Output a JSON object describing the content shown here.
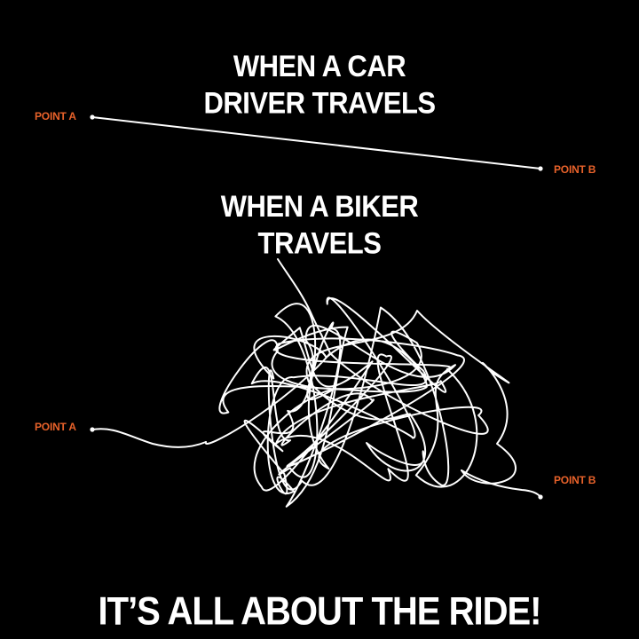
{
  "car": {
    "title_line1": "WHEN A CAR",
    "title_line2": "DRIVER TRAVELS",
    "point_a": "POINT A",
    "point_b": "POINT B"
  },
  "biker": {
    "title_line1": "WHEN A BIKER",
    "title_line2": "TRAVELS",
    "point_a": "POINT A",
    "point_b": "POINT B"
  },
  "tagline": "IT’S ALL ABOUT THE RIDE!",
  "colors": {
    "background": "#000000",
    "text": "#ffffff",
    "point_label": "#e8622a",
    "path": "#ffffff"
  }
}
